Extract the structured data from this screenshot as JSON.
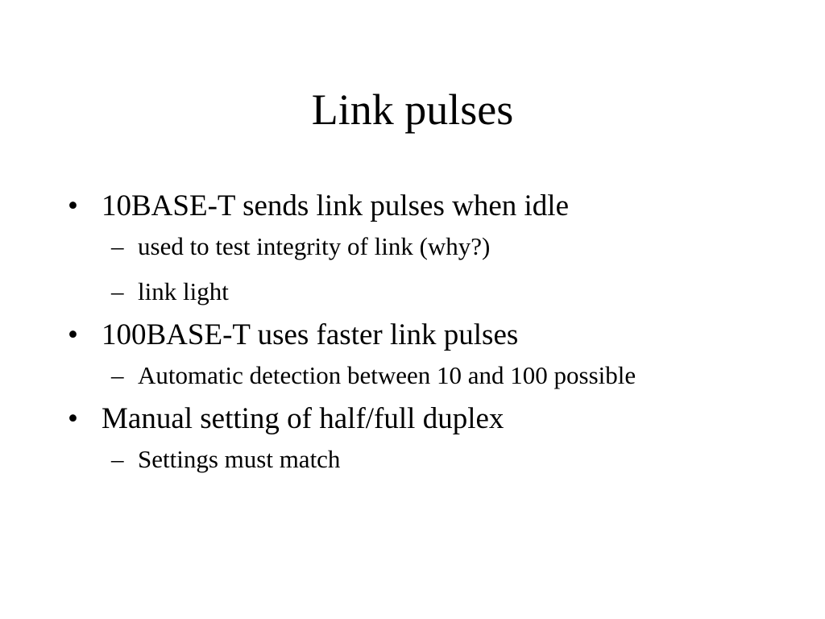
{
  "slide": {
    "title": "Link pulses",
    "bullet_marker": "•",
    "sub_marker": "–",
    "points": [
      {
        "text": "10BASE-T sends link pulses when idle",
        "subpoints": [
          "used to test integrity of link (why?)",
          "link light"
        ]
      },
      {
        "text": "100BASE-T uses faster link pulses",
        "subpoints": [
          "Automatic detection between 10 and 100 possible"
        ]
      },
      {
        "text": "Manual setting of half/full duplex",
        "subpoints": [
          "Settings must match"
        ]
      }
    ]
  }
}
